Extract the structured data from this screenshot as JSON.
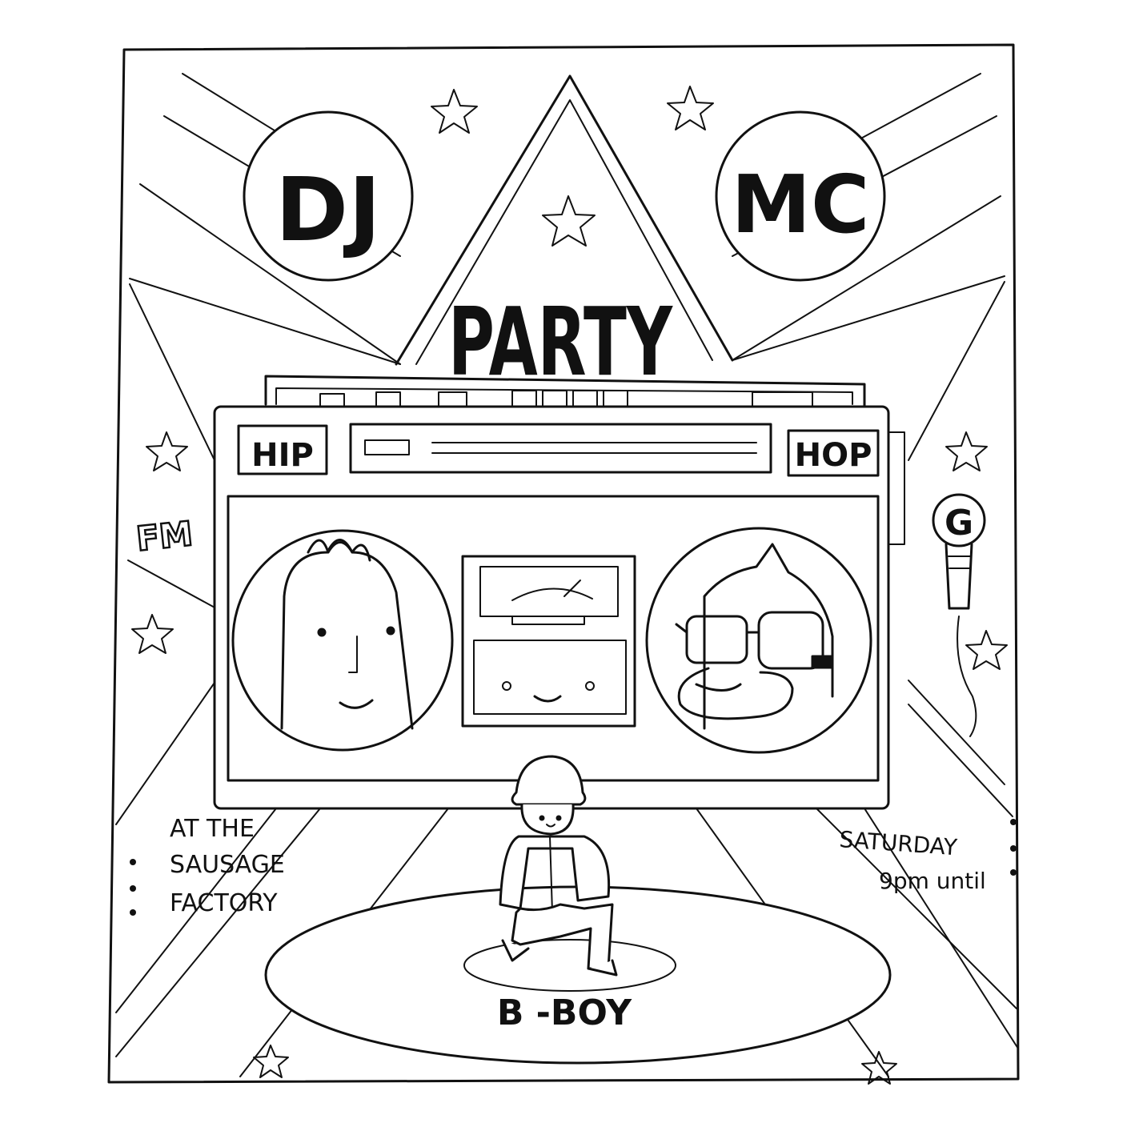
{
  "poster": {
    "dj": "DJ",
    "mc": "MC",
    "party": "PARTY",
    "hip": "HIP",
    "hop": "HOP",
    "fm": "FM",
    "mic_badge": "G",
    "venue_line1": "AT THE",
    "venue_line2": "SAUSAGE",
    "venue_line3": "FACTORY",
    "day": "SATURDAY",
    "time": "9pm until",
    "bboy": "B -BOY"
  },
  "colors": {
    "ink": "#111111",
    "paper": "#ffffff"
  },
  "icons": [
    "star-icon",
    "microphone-icon",
    "boombox-illustration",
    "dj-character",
    "mc-character",
    "bboy-character"
  ]
}
